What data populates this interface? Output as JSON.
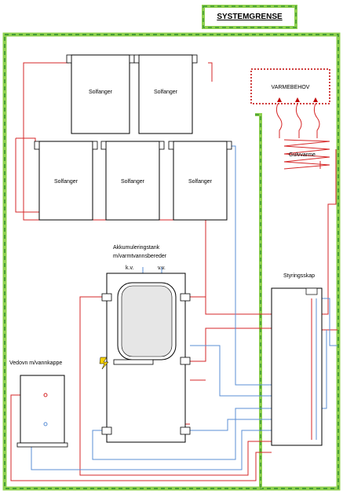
{
  "title": "SYSTEMGRENSE",
  "solar_collectors": {
    "top_row": [
      "Solfanger",
      "Solfanger"
    ],
    "bottom_row": [
      "Solfanger",
      "Solfanger",
      "Solfanger"
    ]
  },
  "heat_demand": "VARMEBEHOV",
  "floor_heating": "Gulvvarme",
  "tank": {
    "title_line1": "Akkumuleringstank",
    "title_line2": "m/varmtvannsbereder",
    "cold_water": "k.v.",
    "hot_water": "v.v."
  },
  "control_cabinet": "Styringsskap",
  "wood_stove": "Vedovn m/vannkappe",
  "colors": {
    "system_boundary": "#8fd14f",
    "boundary_dash": "#2e8b2e",
    "hot_pipe": "#d62728",
    "cold_pipe": "#5b8fd6",
    "heat_demand_border": "#c00000",
    "tank_inner": "#e6e6e6"
  }
}
